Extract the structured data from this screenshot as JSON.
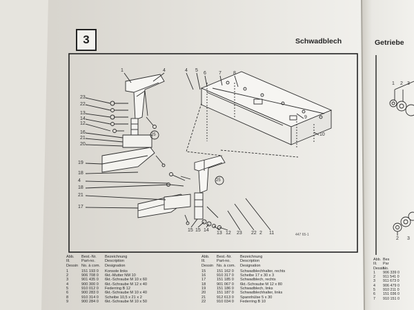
{
  "section_number": "3",
  "title_left": "Schwadblech",
  "title_right": "Getriebe",
  "drawing_number": "447 65-1",
  "callouts_main": [
    {
      "label": "1"
    },
    {
      "label": "4"
    },
    {
      "label": "4"
    },
    {
      "label": "5"
    },
    {
      "label": "6"
    },
    {
      "label": "7"
    },
    {
      "label": "8"
    },
    {
      "label": "9"
    },
    {
      "label": "10"
    },
    {
      "label": "23"
    },
    {
      "label": "22"
    },
    {
      "label": "13"
    },
    {
      "label": "14"
    },
    {
      "label": "12"
    },
    {
      "label": "16"
    },
    {
      "label": "21"
    },
    {
      "label": "20"
    },
    {
      "label": "19"
    },
    {
      "label": "18"
    },
    {
      "label": "4"
    },
    {
      "label": "18"
    },
    {
      "label": "21"
    },
    {
      "label": "17"
    },
    {
      "label": "15"
    },
    {
      "label": "15"
    },
    {
      "label": "14"
    },
    {
      "label": "13"
    },
    {
      "label": "12"
    },
    {
      "label": "23"
    },
    {
      "label": "22"
    },
    {
      "label": "2"
    },
    {
      "label": "11"
    },
    {
      "label": "25"
    },
    {
      "label": "25"
    }
  ],
  "callouts_right": [
    {
      "label": "1"
    },
    {
      "label": "2"
    },
    {
      "label": "3"
    },
    {
      "label": "2"
    },
    {
      "label": "3"
    }
  ],
  "table_header": {
    "abb": [
      "Abb.",
      "Ill.",
      "Dessin"
    ],
    "num": [
      "Best.-Nr.",
      "Part-no.",
      "No. à com."
    ],
    "des": [
      "Bezeichnung",
      "Description",
      "Designation"
    ]
  },
  "table_left": [
    {
      "abb": "1",
      "num": "151 193 0",
      "des": "Konsole links"
    },
    {
      "abb": "2",
      "num": "906 708 0",
      "des": "6kt.-Mutter NM 10"
    },
    {
      "abb": "3",
      "num": "901 435 0",
      "des": "6kt.-Schraube M 10 x 60"
    },
    {
      "abb": "4",
      "num": "900 300 0",
      "des": "6kt.-Schraube M 12 x 40"
    },
    {
      "abb": "5",
      "num": "910 012 0",
      "des": "Federring B 12"
    },
    {
      "abb": "6",
      "num": "900 283 0",
      "des": "6kt.-Schraube M 10 x 40"
    },
    {
      "abb": "8",
      "num": "910 314 0",
      "des": "Scheibe 10,5 x 21 x 2"
    },
    {
      "abb": "9",
      "num": "900 284 0",
      "des": "6kt.-Schraube M 10 x 50"
    }
  ],
  "table_right": [
    {
      "abb": "15",
      "num": "151 162 0",
      "des": "Schwadblechhalter, rechts"
    },
    {
      "abb": "16",
      "num": "910 317 0",
      "des": "Scheibe 17 x 30 x 3"
    },
    {
      "abb": "17",
      "num": "151 185 0",
      "des": "Schwadblech, rechts"
    },
    {
      "abb": "18",
      "num": "901 067 0",
      "des": "6kt.-Schraube M 12 x 80"
    },
    {
      "abb": "19",
      "num": "151 186 0",
      "des": "Schwadblech, links"
    },
    {
      "abb": "20",
      "num": "151 187 0",
      "des": "Schwadblechhalter, links"
    },
    {
      "abb": "21",
      "num": "912 613 0",
      "des": "Spannhülse 5 x 30"
    },
    {
      "abb": "22",
      "num": "910 034 0",
      "des": "Federring B 10"
    }
  ],
  "table_far": [
    {
      "abb": "Abb.",
      "num": "Bes"
    },
    {
      "abb": "Ill.",
      "num": "Par"
    },
    {
      "abb": "Dessin",
      "num": "No."
    },
    {
      "abb": "1",
      "num": "906 339 0"
    },
    {
      "abb": "2",
      "num": "911 541 0"
    },
    {
      "abb": "3",
      "num": "911 673 0"
    },
    {
      "abb": "4",
      "num": "906 479 0"
    },
    {
      "abb": "5",
      "num": "910 211 0"
    },
    {
      "abb": "6",
      "num": "151 036 0"
    },
    {
      "abb": "7",
      "num": "910 151 0"
    }
  ]
}
